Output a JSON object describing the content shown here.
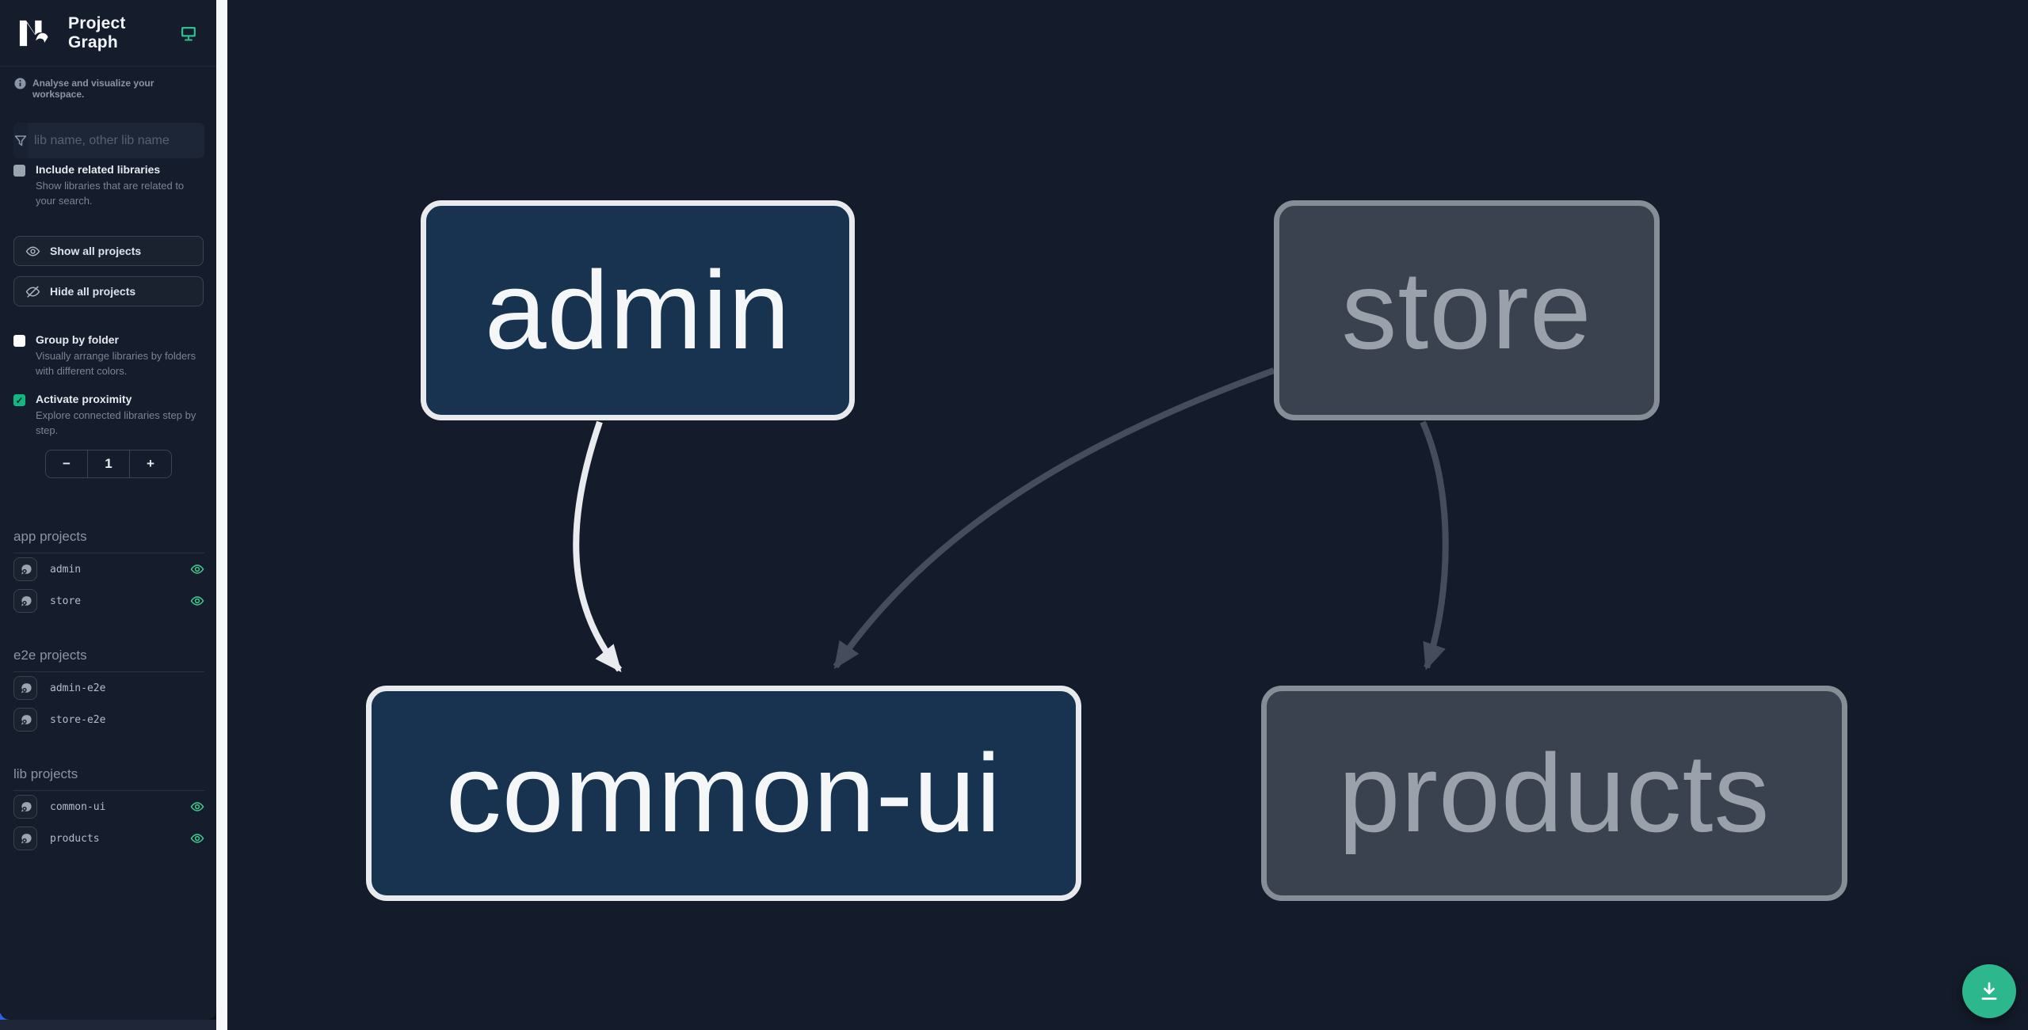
{
  "app": {
    "title": "Project Graph"
  },
  "sidebar": {
    "tagline": "Analyse and visualize your workspace.",
    "search": {
      "placeholder": "lib name, other lib name"
    },
    "checkboxes": [
      {
        "label": "Include related libraries",
        "description": "Show libraries that are related to your search.",
        "checked": false
      },
      {
        "label": "Group by folder",
        "description": "Visually arrange libraries by folders with different colors.",
        "checked": false
      },
      {
        "label": "Activate proximity",
        "description": "Explore connected libraries step by step.",
        "checked": true
      }
    ],
    "buttons": {
      "show_all": "Show all projects",
      "hide_all": "Hide all projects"
    },
    "proximity_stepper": {
      "decrease": "−",
      "value": "1",
      "increase": "+",
      "check": "✓"
    },
    "sections": [
      {
        "title": "app projects",
        "items": [
          {
            "name": "admin",
            "visible": true
          },
          {
            "name": "store",
            "visible": true
          }
        ]
      },
      {
        "title": "e2e projects",
        "items": [
          {
            "name": "admin-e2e",
            "visible": false
          },
          {
            "name": "store-e2e",
            "visible": false
          }
        ]
      },
      {
        "title": "lib projects",
        "items": [
          {
            "name": "common-ui",
            "visible": true
          },
          {
            "name": "products",
            "visible": true
          }
        ]
      }
    ]
  },
  "graph": {
    "nodes": [
      {
        "id": "admin",
        "label": "admin",
        "state": "highlighted"
      },
      {
        "id": "store",
        "label": "store",
        "state": "dimmed"
      },
      {
        "id": "common-ui",
        "label": "common-ui",
        "state": "highlighted"
      },
      {
        "id": "products",
        "label": "products",
        "state": "dimmed"
      }
    ],
    "edges": [
      {
        "from": "admin",
        "to": "common-ui",
        "state": "highlighted"
      },
      {
        "from": "store",
        "to": "common-ui",
        "state": "dimmed"
      },
      {
        "from": "store",
        "to": "products",
        "state": "dimmed"
      }
    ]
  },
  "colors": {
    "accent_teal": "#2fbe8e",
    "fab_green": "#2cb78c",
    "checkbox_checked": "#10b981",
    "node_active_fill": "#17334f",
    "node_active_border": "#e8eaed",
    "node_dimmed_fill": "#3b424f",
    "node_dimmed_border": "#868d97",
    "edge_highlight": "#e9ebee",
    "edge_dimmed": "#454d5c",
    "sidebar_bg": "#151c2b",
    "canvas_bg": "#141b2a"
  }
}
